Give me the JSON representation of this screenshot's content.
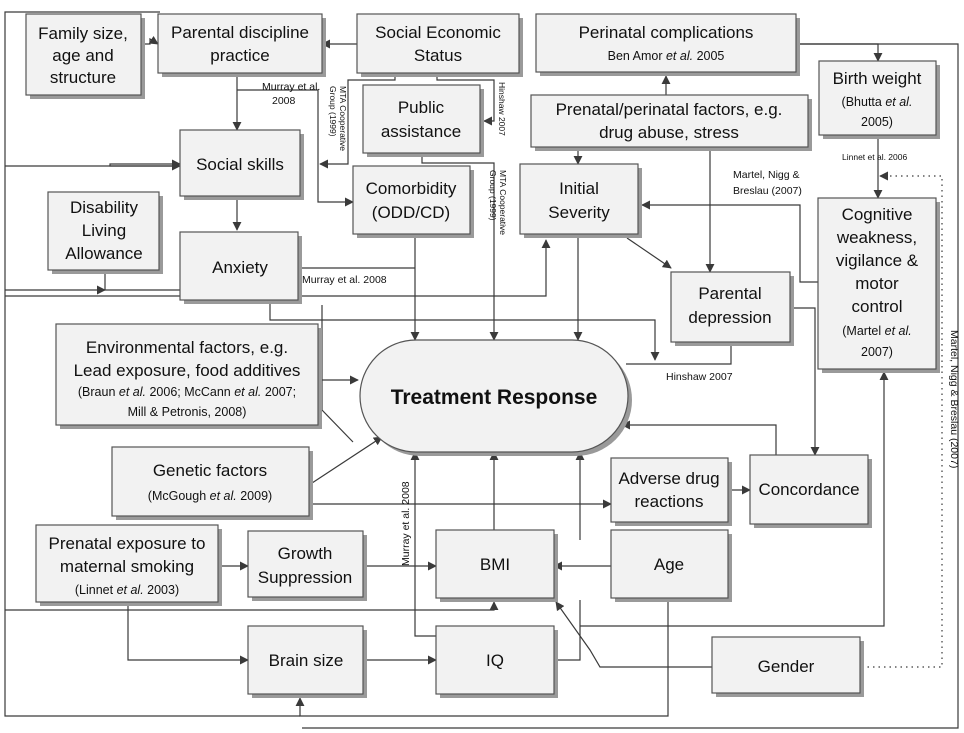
{
  "nodes": {
    "family": {
      "lines": [
        "Family size,",
        "age and",
        "structure"
      ]
    },
    "parental_discipline": {
      "lines": [
        "Parental discipline",
        "practice"
      ]
    },
    "ses": {
      "lines": [
        "Social Economic",
        "Status"
      ]
    },
    "perinatal_complications": {
      "lines": [
        "Perinatal complications"
      ],
      "cite": [
        "Ben Amor ",
        "et al.",
        " 2005"
      ]
    },
    "birth_weight": {
      "lines": [
        "Birth weight"
      ],
      "cite": [
        "(Bhutta ",
        "et al.",
        ""
      ],
      "cite2": "2005)"
    },
    "public_assistance": {
      "lines": [
        "Public",
        "assistance"
      ]
    },
    "prenatal": {
      "lines": [
        "Prenatal/perinatal factors, e.g.",
        "drug abuse, stress"
      ]
    },
    "social_skills": {
      "lines": [
        "Social skills"
      ]
    },
    "comorbidity": {
      "lines": [
        "Comorbidity",
        "(ODD/CD)"
      ]
    },
    "initial_severity": {
      "lines": [
        "Initial",
        "Severity"
      ]
    },
    "disability": {
      "lines": [
        "Disability",
        "Living",
        "Allowance"
      ]
    },
    "anxiety": {
      "lines": [
        "Anxiety"
      ]
    },
    "cognitive": {
      "lines": [
        "Cognitive",
        "weakness,",
        "vigilance &",
        "motor",
        "control"
      ],
      "cite": [
        "(Martel ",
        "et al.",
        ""
      ],
      "cite2": "2007)"
    },
    "parental_depression": {
      "lines": [
        "Parental",
        "depression"
      ]
    },
    "environmental": {
      "lines": [
        "Environmental factors, e.g.",
        "Lead exposure, food additives"
      ],
      "cite": [
        "(Braun ",
        "et al.",
        " 2006; McCann ",
        "et al.",
        " 2007;"
      ],
      "cite2": "Mill & Petronis, 2008)"
    },
    "treatment_response": {
      "label": "Treatment Response"
    },
    "genetic": {
      "lines": [
        "Genetic factors"
      ],
      "cite": [
        "(McGough ",
        "et al.",
        " 2009)"
      ]
    },
    "adverse": {
      "lines": [
        "Adverse drug",
        "reactions"
      ]
    },
    "concordance": {
      "lines": [
        "Concordance"
      ]
    },
    "prenatal_smoking": {
      "lines": [
        "Prenatal exposure to",
        "maternal smoking"
      ],
      "cite": [
        "(Linnet ",
        "et al.",
        " 2003)"
      ]
    },
    "growth": {
      "lines": [
        "Growth",
        "Suppression"
      ]
    },
    "bmi": {
      "lines": [
        "BMI"
      ]
    },
    "age": {
      "lines": [
        "Age"
      ]
    },
    "brain_size": {
      "lines": [
        "Brain size"
      ]
    },
    "iq": {
      "lines": [
        "IQ"
      ]
    },
    "gender": {
      "lines": [
        "Gender"
      ]
    }
  },
  "edge_labels": {
    "murray_discipline": [
      "Murray et al.",
      "2008"
    ],
    "mta_1": [
      "MTA Cooperative",
      "Group (1999)"
    ],
    "hinshaw_public": "Hinshaw 2007",
    "mta_2": [
      "MTA Cooperative",
      "Group (1999)"
    ],
    "linnet_2006": "Linnet et al. 2006",
    "martel_nigg_breslau": [
      "Martel, Nigg &",
      "Breslau (2007)"
    ],
    "murray_anxiety": "Murray et al. 2008",
    "hinshaw_depression": "Hinshaw 2007",
    "murray_iq": "Murray et al. 2008",
    "martel_right": "Martel, Nigg & Breslau (2007)"
  }
}
